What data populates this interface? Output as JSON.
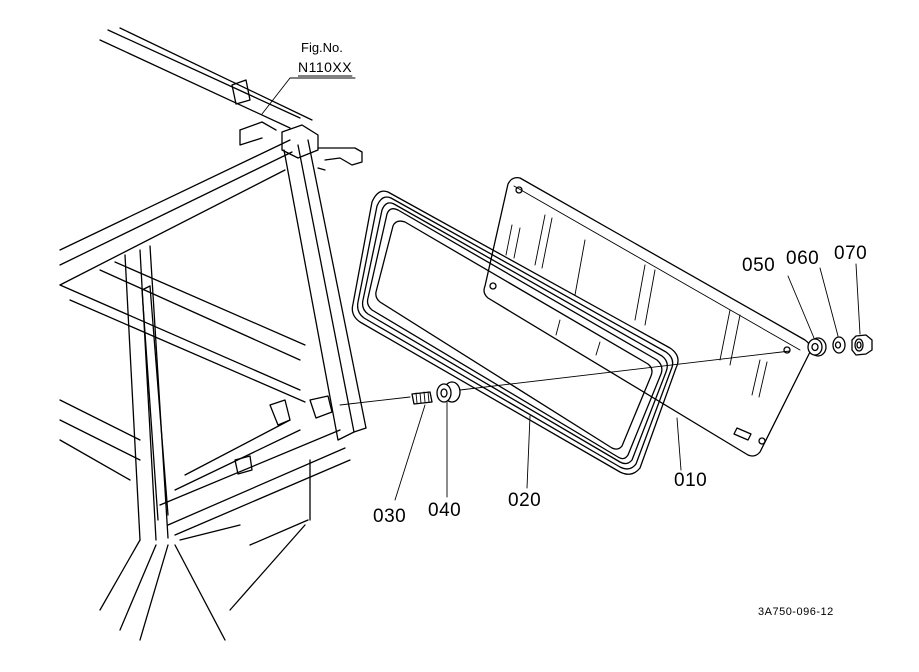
{
  "figure": {
    "label": "Fig.No.",
    "number": "N110XX",
    "drawing_code": "3A750-096-12"
  },
  "parts": [
    {
      "ref": "010",
      "part": "glass"
    },
    {
      "ref": "020",
      "part": "seal"
    },
    {
      "ref": "030",
      "part": "stud"
    },
    {
      "ref": "040",
      "part": "spacer"
    },
    {
      "ref": "050",
      "part": "washer"
    },
    {
      "ref": "060",
      "part": "washer"
    },
    {
      "ref": "070",
      "part": "nut"
    }
  ]
}
